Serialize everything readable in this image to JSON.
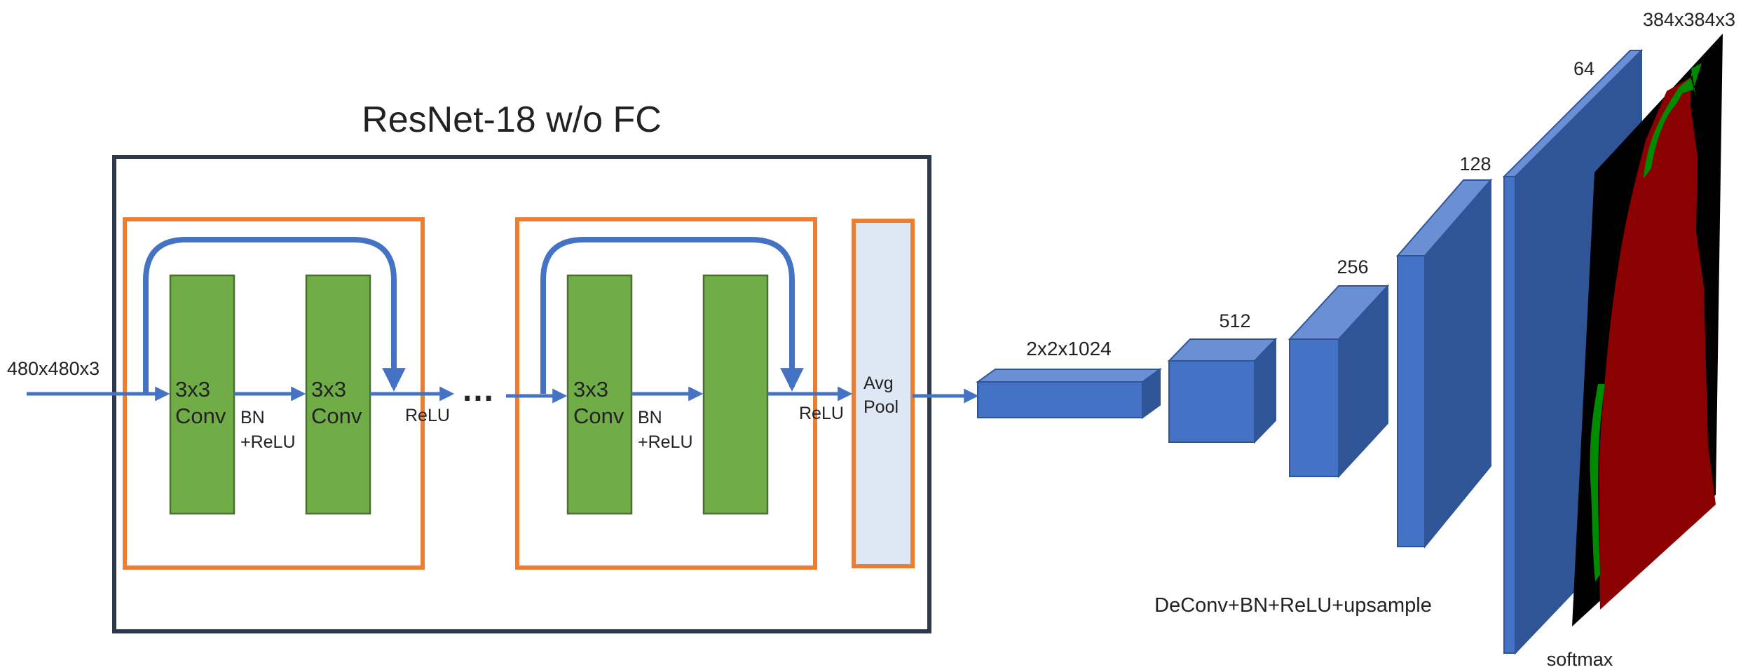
{
  "title": "ResNet-18 w/o FC",
  "input_label": "480x480x3",
  "ellipsis": "…",
  "block1": {
    "conv1_label": "3x3\nConv",
    "conv2_label": "3x3\nConv",
    "bn_label": "BN\n+ReLU",
    "relu_label": "ReLU"
  },
  "block2": {
    "conv1_label": "3x3\nConv",
    "conv2_label": "",
    "bn_label": "BN\n+ReLU",
    "relu_label": "ReLU"
  },
  "pool_label": "Avg\nPool",
  "decoder": {
    "feature_label": "2x2x1024",
    "channels": [
      "512",
      "256",
      "128",
      "64"
    ],
    "caption": "DeConv+BN+ReLU+upsample"
  },
  "output_label": "384x384x3",
  "softmax_label": "softmax",
  "colors": {
    "frame": "#2e3a4c",
    "block_border": "#ed7d31",
    "conv_fill": "#70ad47",
    "conv_stroke": "#4a6e33",
    "arrow": "#4472c4",
    "pool_fill": "#dee8f4",
    "cuboid_front": "#4472c4",
    "cuboid_top": "#6a8fd5",
    "cuboid_side": "#2f5597",
    "mask_background": "#000000",
    "mask_class_1": "#8b0000",
    "mask_class_2": "#008a00"
  }
}
